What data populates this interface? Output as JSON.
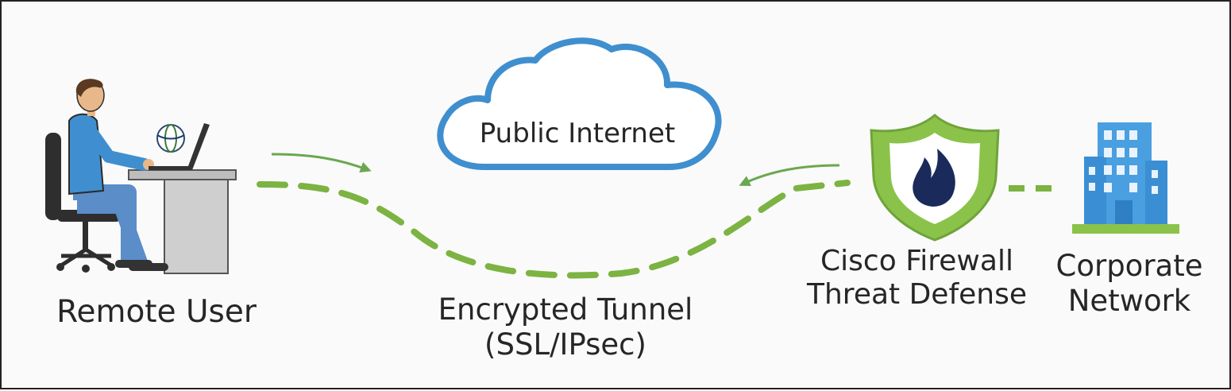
{
  "cloud": {
    "label": "Public Internet"
  },
  "remote_user": {
    "label": "Remote User"
  },
  "tunnel": {
    "lines": [
      "Encrypted Tunnel",
      "(SSL/IPsec)"
    ]
  },
  "firewall": {
    "lines": [
      "Cisco Firewall",
      "Threat Defense"
    ]
  },
  "corporate": {
    "lines": [
      "Corporate",
      "Network"
    ]
  },
  "colors": {
    "tunnel_dash": "#7cb342",
    "arrow": "#6aa84f",
    "cloud_outline": "#3f8fcf",
    "shield_fill": "#8bc34a",
    "flame": "#1a2a5a",
    "building": "#4a9fe0",
    "person_shirt": "#3f8fd0",
    "person_pants": "#5b8dc9",
    "chair": "#2e2e2e",
    "desk": "#c8c8c8"
  },
  "icons": [
    "person-at-laptop-icon",
    "cloud-icon",
    "shield-flame-icon",
    "office-building-icon",
    "globe-icon"
  ]
}
